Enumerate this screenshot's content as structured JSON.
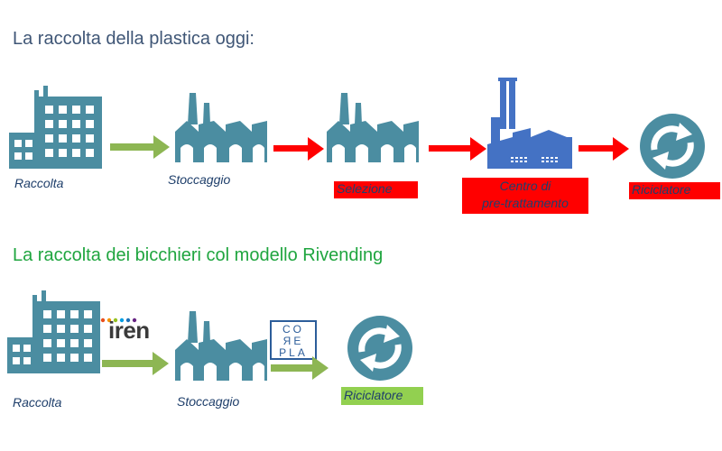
{
  "sections": [
    {
      "title": "La raccolta della plastica oggi:",
      "steps": [
        {
          "label": "Raccolta",
          "icon": "office-building-icon"
        },
        {
          "label": "Stoccaggio",
          "icon": "factory-icon"
        },
        {
          "label": "Selezione",
          "icon": "factory-icon",
          "highlight": "#ff0000"
        },
        {
          "label_line1": "Centro di",
          "label_line2": "pre-trattamento",
          "icon": "industrial-plant-icon",
          "highlight": "#ff0000"
        },
        {
          "label": "Riciclatore",
          "icon": "recycle-icon",
          "highlight": "#ff0000"
        }
      ]
    },
    {
      "title": "La raccolta dei bicchieri col modello Rivending",
      "steps": [
        {
          "label": "Raccolta",
          "icon": "office-building-icon"
        },
        {
          "label": "Stoccaggio",
          "icon": "factory-icon",
          "carrier_logo": "iren"
        },
        {
          "label": "Riciclatore",
          "icon": "recycle-icon",
          "carrier_logo": "corepla",
          "highlight": "#92d050"
        }
      ]
    }
  ],
  "logos": {
    "iren": "iren",
    "corepla": {
      "row1": "CO",
      "row2": "ЯE",
      "row3": "PLA"
    }
  },
  "colors": {
    "icon": "#4b8da1",
    "arrow_green": "#8db653",
    "arrow_red": "#ff0000",
    "title_top": "#3f5676",
    "title_bottom": "#1fa53f"
  }
}
